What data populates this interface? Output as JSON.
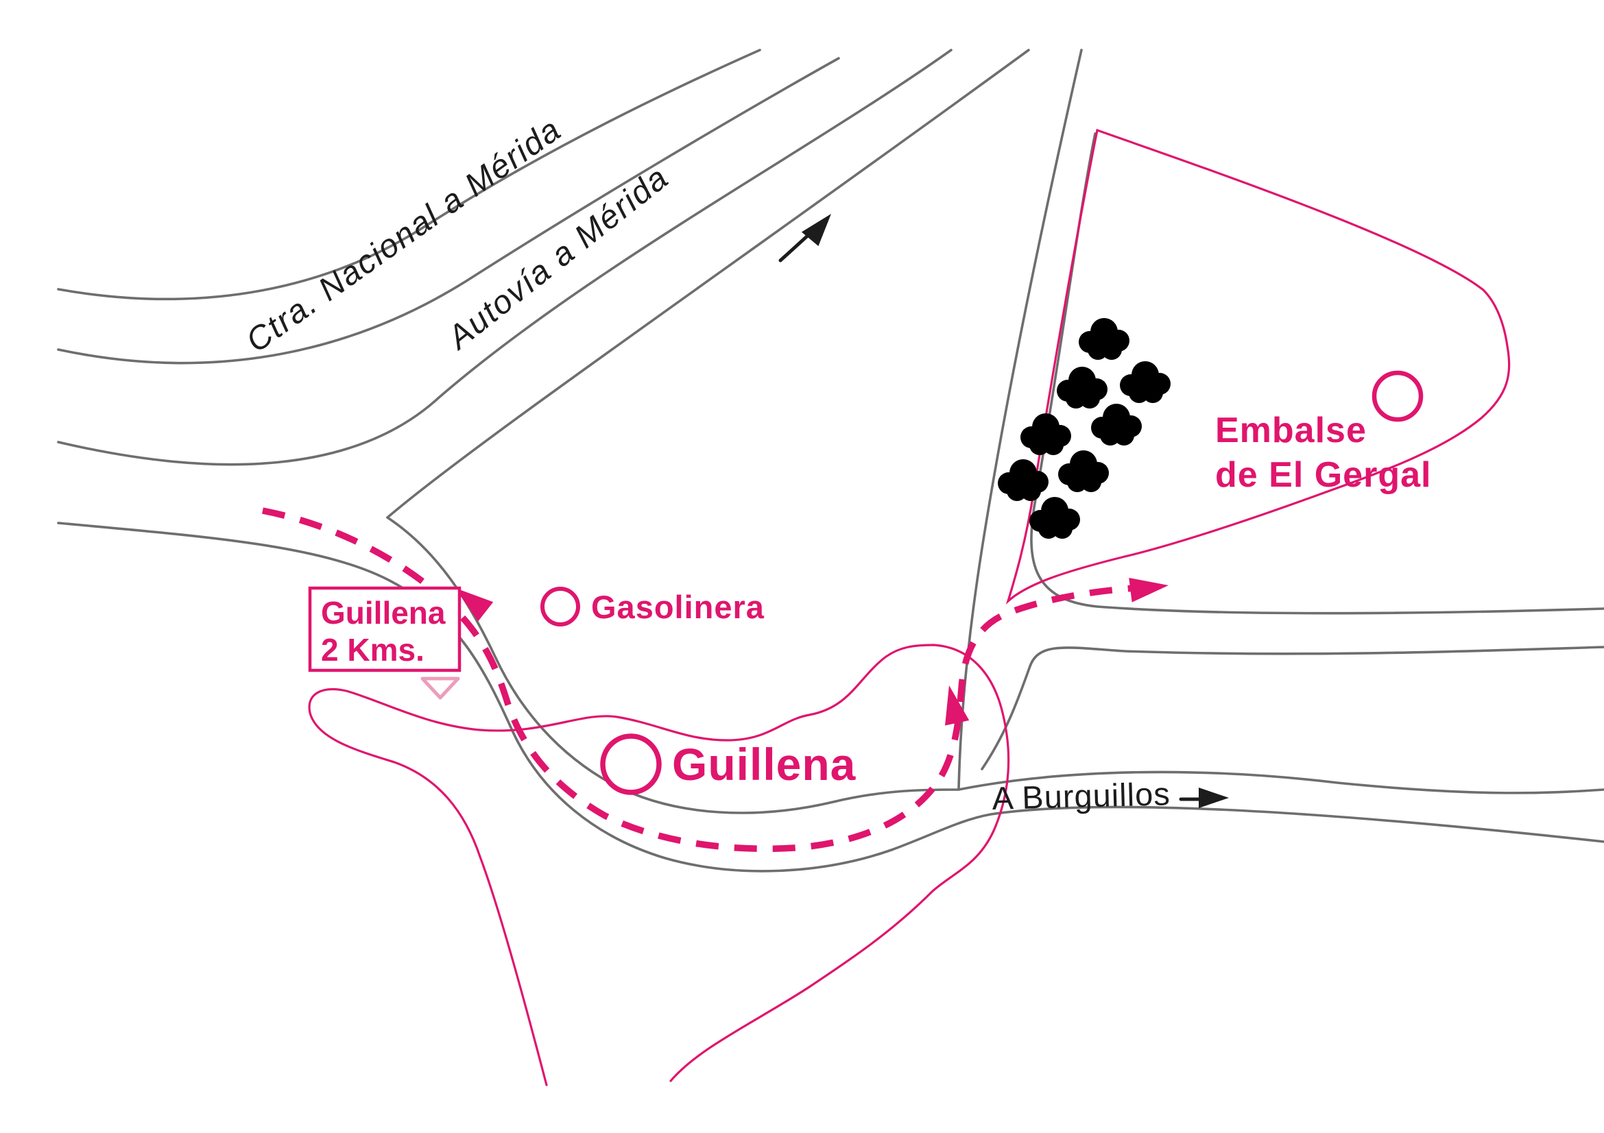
{
  "map": {
    "title": "Road access sketch map to Embalse de El Gergal via Guillena",
    "labels": {
      "road_national": "Ctra. Nacional a Mérida",
      "road_highway": "Autovía a Mérida",
      "road_burguillos": "A Burguillos",
      "gas_station": "Gasolinera",
      "town": "Guillena",
      "sign_line1": "Guillena",
      "sign_line2": "2 Kms.",
      "reservoir_line1": "Embalse",
      "reservoir_line2": "de El Gergal"
    },
    "colors": {
      "pink": "#E0156D",
      "pink_light": "#EC9DBB",
      "green": "#177E36",
      "road_gray": "#6E6E6E",
      "text_black": "#1C1C1C",
      "background": "#FFFFFF"
    },
    "icons": {
      "tree": "tree-icon (green cloud shrub, 8 instances)",
      "place_marker": "circle-marker-icon (pink ring: gas station, town, reservoir)",
      "route_arrow": "solid pink triangle arrowhead (3 instances)",
      "direction_arrow": "black arrow (highway direction, Burguillos direction)",
      "sign_pointer": "light pink open triangle under distance sign"
    },
    "route": {
      "style": "pink dashed line",
      "arrow_count": 3
    },
    "tree_count": 8
  }
}
